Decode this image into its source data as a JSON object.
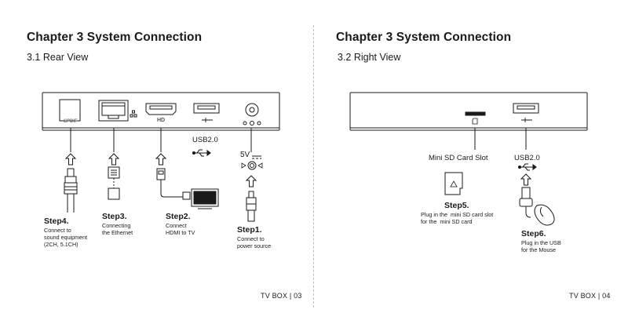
{
  "pages": [
    {
      "title": "Chapter 3 System Connection",
      "subtitle": "3.1 Rear View",
      "footer": "TV BOX | 03",
      "port_labels": {
        "spdif": "SPDIF",
        "hd": "HD"
      },
      "usb_label": "USB2.0",
      "power_label": "5V",
      "steps": [
        {
          "title": "Step4.",
          "desc": "Connect to\nsound equipment\n(2CH, 5.1CH)"
        },
        {
          "title": "Step3.",
          "desc": "Connecting\nthe Ethernet"
        },
        {
          "title": "Step2.",
          "desc": "Connect\nHDMI to TV"
        },
        {
          "title": "Step1.",
          "desc": "Connect to\npower source"
        }
      ]
    },
    {
      "title": "Chapter 3 System Connection",
      "subtitle": "3.2 Right View",
      "footer": "TV BOX | 04",
      "sd_slot_label": "Mini SD Card Slot",
      "usb_label": "USB2.0",
      "steps": [
        {
          "title": "Step5.",
          "desc": "Plug in the  mini SD card slot\nfor the  mini SD card"
        },
        {
          "title": "Step6.",
          "desc": "Plug in the USB\nfor the Mouse"
        }
      ]
    }
  ]
}
